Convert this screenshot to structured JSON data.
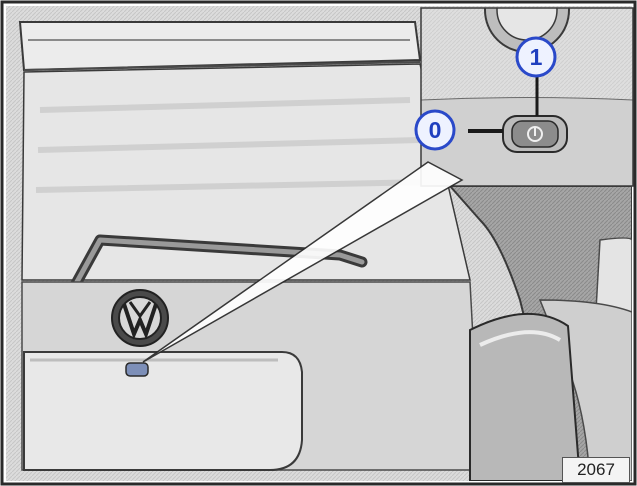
{
  "illustration": {
    "callouts": [
      {
        "label": "0"
      },
      {
        "label": "1"
      }
    ],
    "figure_number": "2067",
    "colors": {
      "callout_fill": "#eef2ff",
      "callout_stroke": "#2a49c9",
      "callout_text": "#1f3fbf",
      "line_art": "#3a3a3a",
      "shade_dark": "#8e8e8e",
      "shade_mid": "#c4c4c4",
      "shade_light": "#e2e2e2"
    }
  }
}
